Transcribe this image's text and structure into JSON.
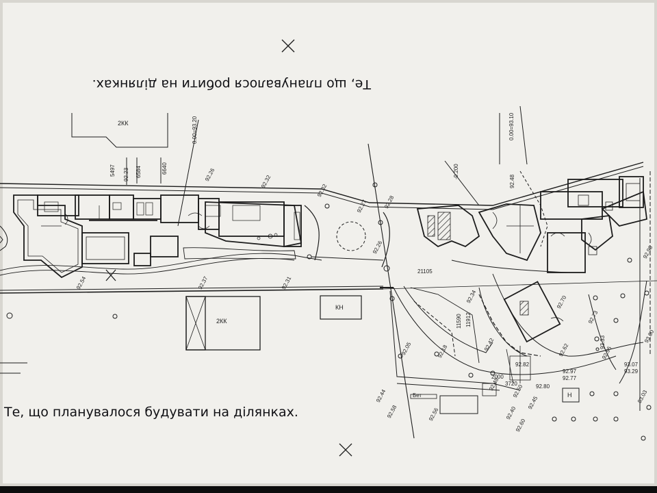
{
  "captions": {
    "upside_down": "Те, що планувалося робити на ділянках.",
    "main": "Те, що планувалося будувати на ділянках."
  },
  "labels": {
    "kk_top": "2КК",
    "kk_bottom": "2КК",
    "kn": "КН",
    "n": "Н",
    "bet": "Бет",
    "zone_left": "0.00=93.20",
    "zone_right": "0.00=93.10",
    "e_9226": "92.26",
    "e_9232a": "92.32",
    "e_9232b": "92.32",
    "e_9227": "92.27",
    "e_9228": "92.28",
    "e_9226b": "92.26",
    "e_9237": "92.37",
    "e_9231": "92.31",
    "e_9248": "92.48",
    "e_9200": "-0.200",
    "e_9256": "92.56",
    "e_9248b": "92.48",
    "e_9244": "92.44",
    "e_9205": "92.05",
    "e_9218": "92.18",
    "e_9242": "92.42",
    "e_9250": "92.50",
    "e_9282": "92.82",
    "e_9297": "92.97",
    "e_9277": "92.77",
    "e_9280": "92.80",
    "e_9307": "93.07",
    "e_9329": "93.29",
    "e_9303": "93.03",
    "e_9300": "93.00",
    "e_9262": "92.62",
    "e_9273": "92.73",
    "e_9370": "92.70",
    "e_9295": "92.95",
    "e_9298": "92.98",
    "e_9334": "92.34",
    "e_9340": "92.40",
    "e_9260": "92.60",
    "e_9245": "92.45",
    "e_9258": "92.58",
    "e_9254": "92.54",
    "d_5497": "5497",
    "d_6584": "6584",
    "d_6640": "6640",
    "d_9223": "92.23",
    "d_21105": "21105",
    "d_11590": "11590",
    "d_11912": "11912",
    "d_2000": "2000",
    "d_3720": "3720",
    "d_9333": "93.33"
  }
}
